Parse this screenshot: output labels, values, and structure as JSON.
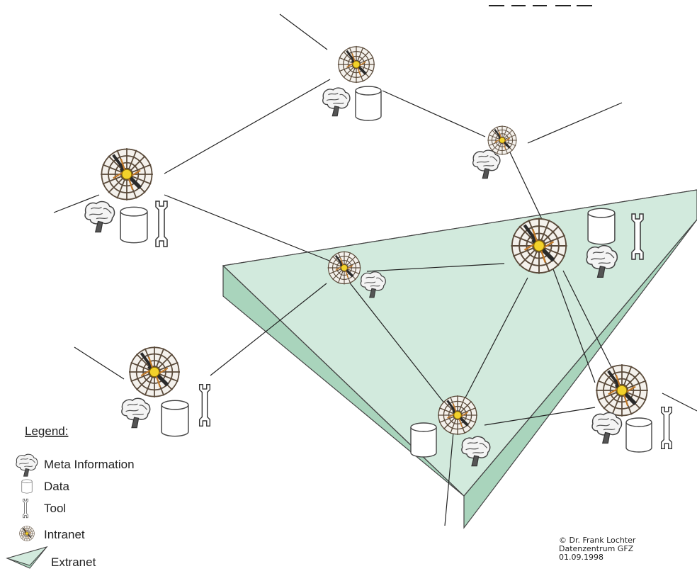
{
  "diagram": {
    "legend": {
      "title": "Legend:",
      "items": [
        {
          "icon": "meta-information-icon",
          "label": "Meta Information"
        },
        {
          "icon": "data-cylinder-icon",
          "label": "Data"
        },
        {
          "icon": "wrench-icon",
          "label": "Tool"
        },
        {
          "icon": "spider-web-icon",
          "label": "Intranet"
        },
        {
          "icon": "green-triangle-icon",
          "label": "Extranet"
        }
      ]
    },
    "credit": {
      "line1": "© Dr. Frank Lochter",
      "line2": "Datenzentrum GFZ",
      "line3": "01.09.1998"
    },
    "colors": {
      "extranet_top": "#d2eadd",
      "extranet_side": "#a9d4bc",
      "web_strand": "#5a4a3a",
      "spider_body": "#f2d22b",
      "line": "#222222"
    }
  }
}
